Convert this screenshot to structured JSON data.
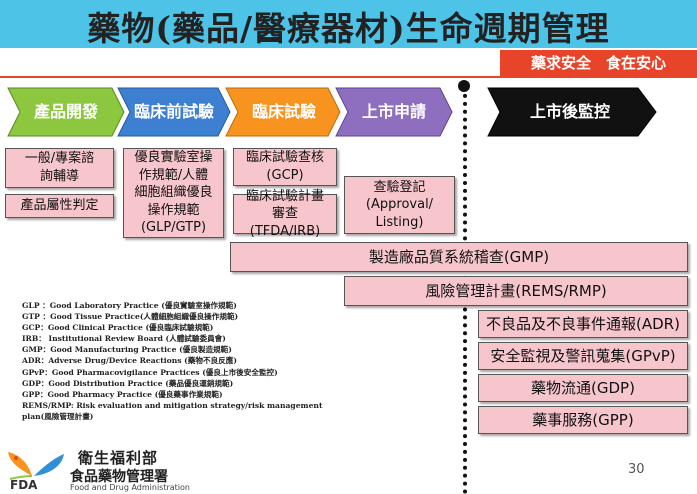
{
  "title": "藥物(藥品/醫療器材)生命週期管理",
  "tagline": "藥求安全　食在安心",
  "phases": [
    {
      "label": "產品開發",
      "color": "#8dc63f"
    },
    {
      "label": "臨床前試驗",
      "color": "#3d7fd1"
    },
    {
      "label": "臨床試驗",
      "color": "#f7931e"
    },
    {
      "label": "上市申請",
      "color": "#8e6fbf"
    },
    {
      "label": "上市後監控",
      "color": "#111111"
    }
  ],
  "boxes": {
    "consult": "一般/專案諮詢輔導",
    "product_attr": "產品屬性判定",
    "glp_gtp_1": "優良實驗室操",
    "glp_gtp_2": "作規範/人體",
    "glp_gtp_3": "細胞組織優良",
    "glp_gtp_4": "操作規範",
    "glp_gtp_5": "(GLP/GTP)",
    "gcp_1": "臨床試驗查核",
    "gcp_2": "(GCP)",
    "tfda_1": "臨床試驗計畫",
    "tfda_2": "審查(TFDA/IRB)",
    "listing_1": "查驗登記",
    "listing_2": "(Approval/",
    "listing_3": "Listing)",
    "gmp": "製造廠品質系統稽查(GMP)",
    "rems": "風險管理計畫(REMS/RMP)",
    "adr": "不良品及不良事件通報(ADR)",
    "gpvp": "安全監視及警訊蒐集(GPvP)",
    "gdp": "藥物流通(GDP)",
    "gpp": "藥事服務(GPP)"
  },
  "legend": [
    "GLP ：Good Laboratory Practice (優良實驗室操作規範)",
    "GTP ：Good Tissue Practice(人體細胞組織優良操作規範)",
    "GCP：Good Clinical Practice (優良臨床試驗規範)",
    "IRB： Institutional Review Board (人體試驗委員會)",
    "GMP：Good Manufacturing Practice (優良製造規範)",
    "ADR：Adverse Drug/Device Reactions (藥物不良反應)",
    "GPvP：Good Pharmacovigilance Practices (優良上市後安全監控)",
    "GDP：Good Distribution Practice (藥品優良運銷規範)",
    "GPP：Good Pharmacy Practice (優良藥事作業規範)",
    "REMS/RMP: Risk evaluation and mitigation strategy/risk management",
    "plan(風險管理計畫)"
  ],
  "org": {
    "name_1": "衛生福利部",
    "name_2": "食品藥物管理署",
    "abbr": "FDA",
    "name_en": "Food and Drug Administration"
  },
  "page_number": "30",
  "icons": {
    "logo": "butterfly-logo-icon"
  }
}
